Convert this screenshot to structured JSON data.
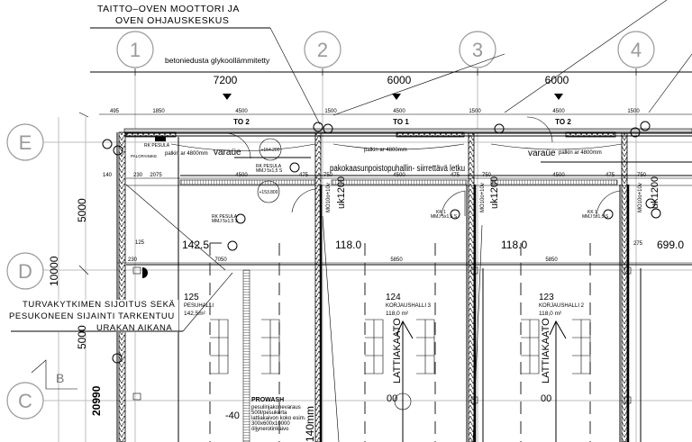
{
  "notes": {
    "top_line1": "TAITTO–OVEN MOOTTORI JA",
    "top_line2": "OVEN OHJAUSKESKUS",
    "floor_heating": "betoniedusta glykoollämmitetty",
    "exhaust": "pakokaasunpoistopuhallin- siirrettävä letku",
    "left_line1": "TURVAKYTKIMEN SIJOITUS SEKÄ",
    "left_line2": "PESUKONEEN SIJAINTI TARKENTUU",
    "left_line3": "URAKAN AIKANA",
    "prowash_title": "PROWASH",
    "prowash_lines": [
      "pesulinjakonevaraus",
      "500l/pesukerta",
      "lattiakaivon koko esim.",
      "300x600x10000",
      "öljynerotinkaivo"
    ]
  },
  "grid": {
    "columns": [
      "1",
      "2",
      "3",
      "4"
    ],
    "rows": [
      "E",
      "D",
      "C"
    ],
    "section_mark": "B"
  },
  "dimensions": {
    "spans": [
      "7200",
      "6000",
      "6000"
    ],
    "row_spans": [
      "5000",
      "10000",
      "5000"
    ],
    "total": "20990",
    "top_chain": [
      "495",
      "1850",
      "4500",
      "1500",
      "4500",
      "1500",
      "4500",
      "1500"
    ],
    "beam_chain": [
      "140",
      "230",
      "2075",
      "4500",
      "475",
      "750",
      "4500",
      "475",
      "750",
      "4500",
      "475",
      "750"
    ],
    "mid_chain": [
      "7050",
      "5850",
      "5850"
    ],
    "small": [
      "125",
      "230",
      "275"
    ]
  },
  "doors": [
    "TO 2",
    "TO 1",
    "TO 2"
  ],
  "beams": [
    "palkin ar 4800mm",
    "palkin ar 4800mm",
    "palkin ar 4800mm"
  ],
  "reserve_labels": [
    "varaüe",
    "varaüe"
  ],
  "levels": [
    "+154.200",
    "+153.800"
  ],
  "uk_labels": [
    "uk1200",
    "uk1200",
    "uk1200"
  ],
  "mo_labels": [
    "MO10o+10v",
    "MO10o+10v",
    "MO10o+10v"
  ],
  "heights": [
    "142.5",
    "118.0",
    "118.0",
    "699.0"
  ],
  "rooms": [
    {
      "number": "125",
      "name": "PESUHALLI",
      "area": "142,5m²"
    },
    {
      "number": "124",
      "name": "KORJAUSHALLI 3",
      "area": "118,0 m²"
    },
    {
      "number": "123",
      "name": "KORJAUSHALLI 2",
      "area": "118,0 m²"
    }
  ],
  "slope_labels": [
    "LATTIAKAATO",
    "LATTIAKAATO"
  ],
  "floor_marks": [
    "00",
    "00",
    "-40"
  ],
  "drain_depth": "140mm",
  "equipment": {
    "rk_pesula": "RK PESULA",
    "mmj": "MMJ 5x1,5 S",
    "kk1": "KK 1",
    "palopainike": "PALOPAINIKE"
  }
}
